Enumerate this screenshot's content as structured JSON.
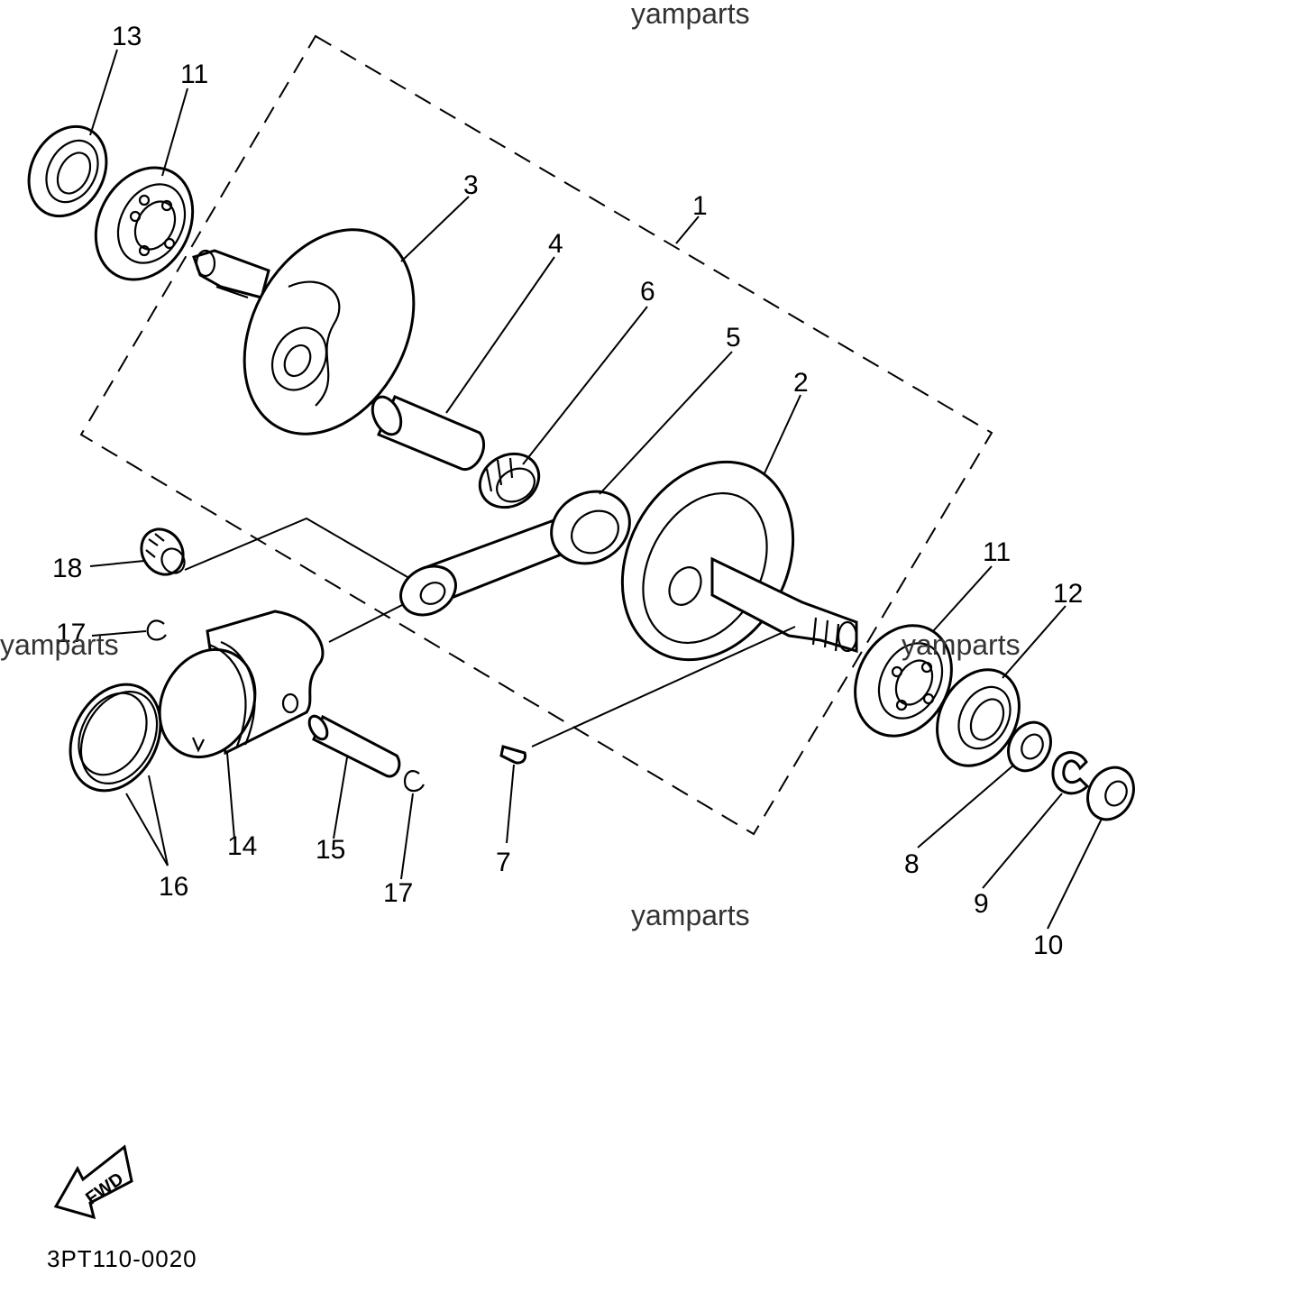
{
  "watermarks": [
    "yamparts",
    "yamparts",
    "yamparts",
    "yamparts"
  ],
  "callouts": {
    "p1": "1",
    "p2": "2",
    "p3": "3",
    "p4": "4",
    "p5": "5",
    "p6": "6",
    "p7": "7",
    "p8": "8",
    "p9": "9",
    "p10": "10",
    "p11a": "11",
    "p11b": "11",
    "p12": "12",
    "p13": "13",
    "p14": "14",
    "p15": "15",
    "p16": "16",
    "p17a": "17",
    "p17b": "17",
    "p18": "18"
  },
  "direction_label": "FWD",
  "drawing_code": "3PT110-0020"
}
